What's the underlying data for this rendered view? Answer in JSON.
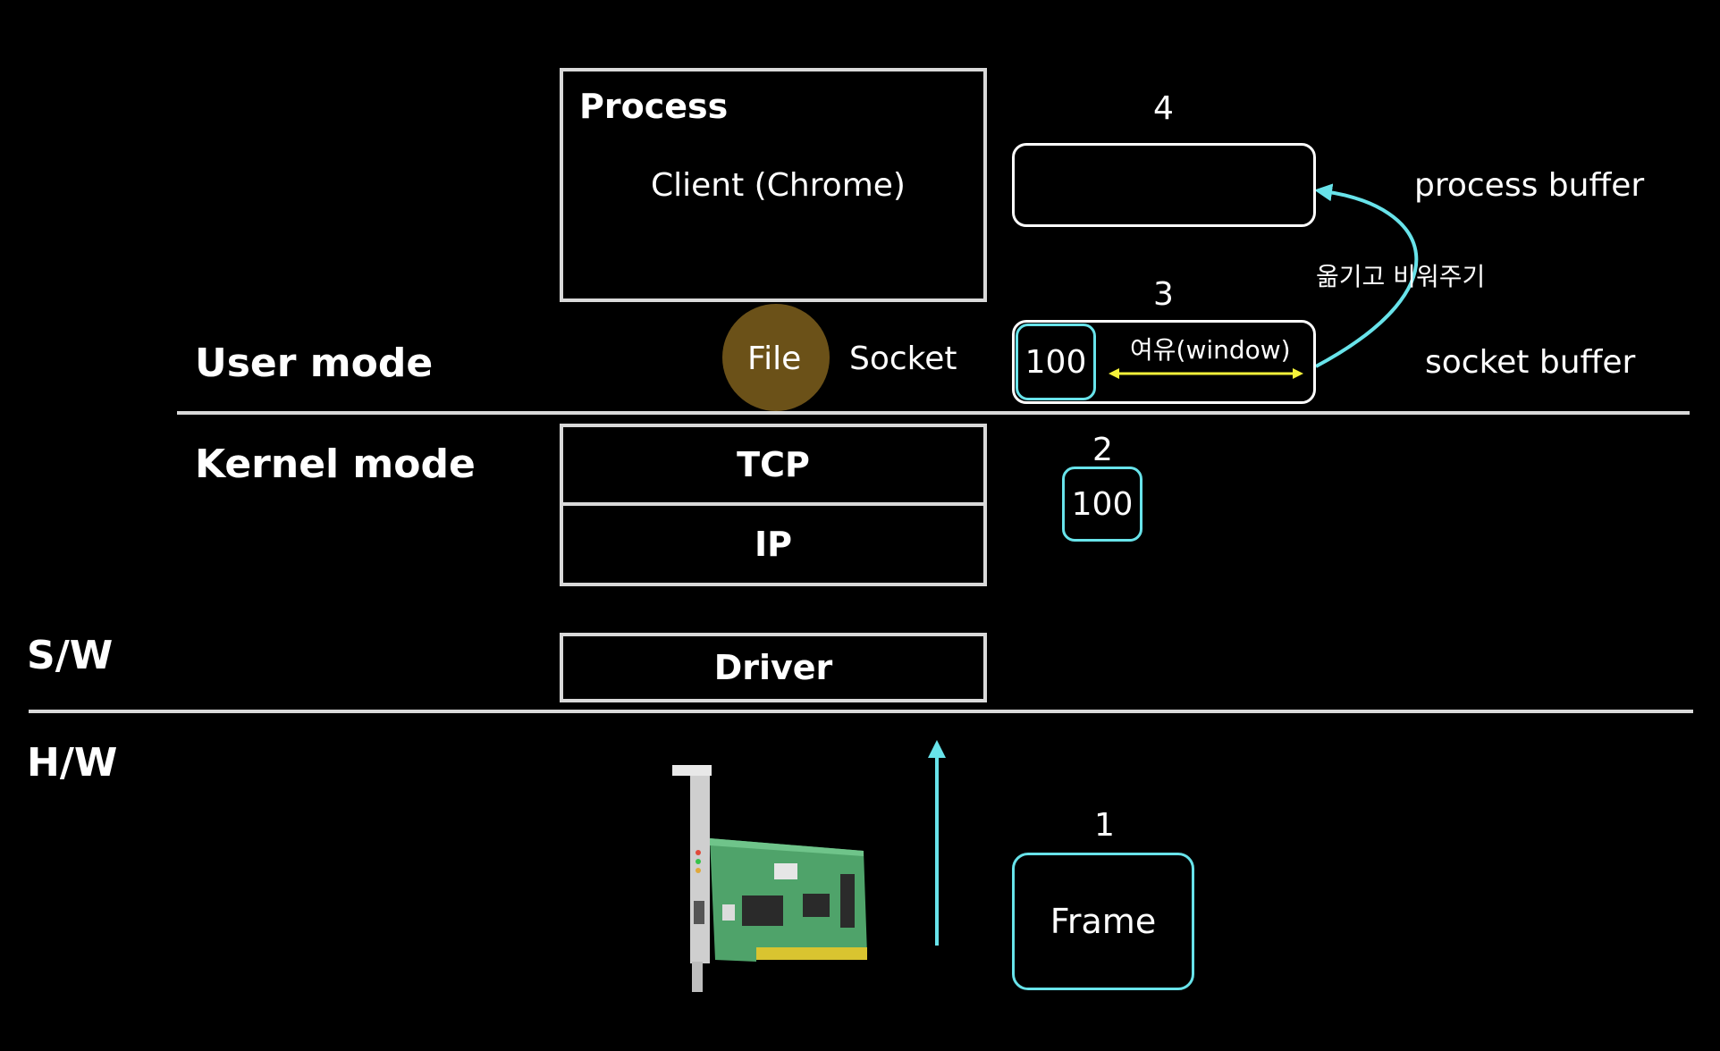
{
  "layers": {
    "user_mode": "User mode",
    "kernel_mode": "Kernel mode",
    "sw": "S/W",
    "hw": "H/W"
  },
  "stack": {
    "process_title": "Process",
    "client": "Client (Chrome)",
    "file": "File",
    "socket": "Socket",
    "tcp": "TCP",
    "ip": "IP",
    "driver": "Driver"
  },
  "steps": {
    "step1": "1",
    "step2": "2",
    "step3": "3",
    "step4": "4"
  },
  "buffers": {
    "frame": "Frame",
    "kernel_data": "100",
    "socket_data": "100",
    "window_label": "여유(window)",
    "move_label": "옮기고 비워주기",
    "process_buffer": "process buffer",
    "socket_buffer": "socket buffer"
  },
  "colors": {
    "background": "#000000",
    "line": "#d9d9d9",
    "cyan": "#68e3ea",
    "yellow": "#f5f23a",
    "file_circle": "#6b5118"
  }
}
